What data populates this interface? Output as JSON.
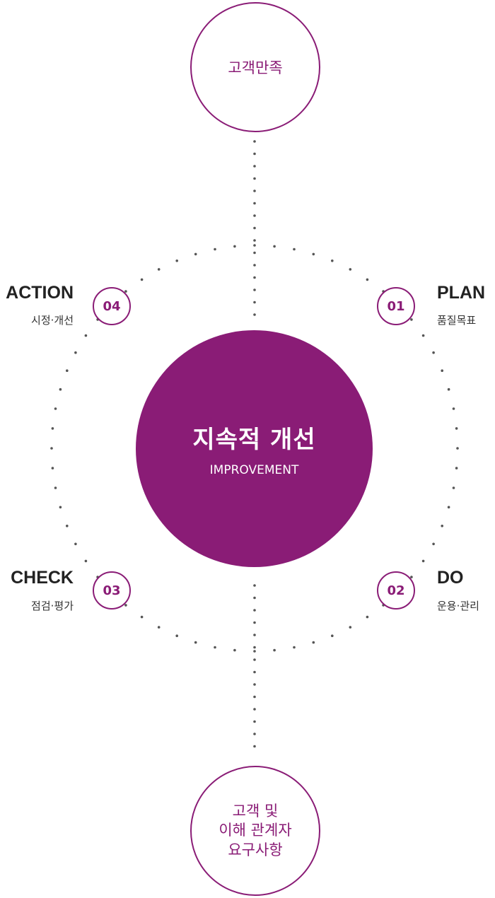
{
  "top_node": {
    "label": "고객만족"
  },
  "bottom_node": {
    "lines": [
      "고객 및",
      "이해 관계자",
      "요구사항"
    ]
  },
  "center": {
    "title": "지속적 개선",
    "subtitle": "IMPROVEMENT"
  },
  "stages": [
    {
      "number": "01",
      "title": "PLAN",
      "desc": "품질목표"
    },
    {
      "number": "02",
      "title": "DO",
      "desc": "운용·관리"
    },
    {
      "number": "03",
      "title": "CHECK",
      "desc": "점검·평가"
    },
    {
      "number": "04",
      "title": "ACTION",
      "desc": "시정·개선"
    }
  ],
  "colors": {
    "accent": "#8a1c76",
    "dots": "#555555",
    "text": "#222222"
  }
}
